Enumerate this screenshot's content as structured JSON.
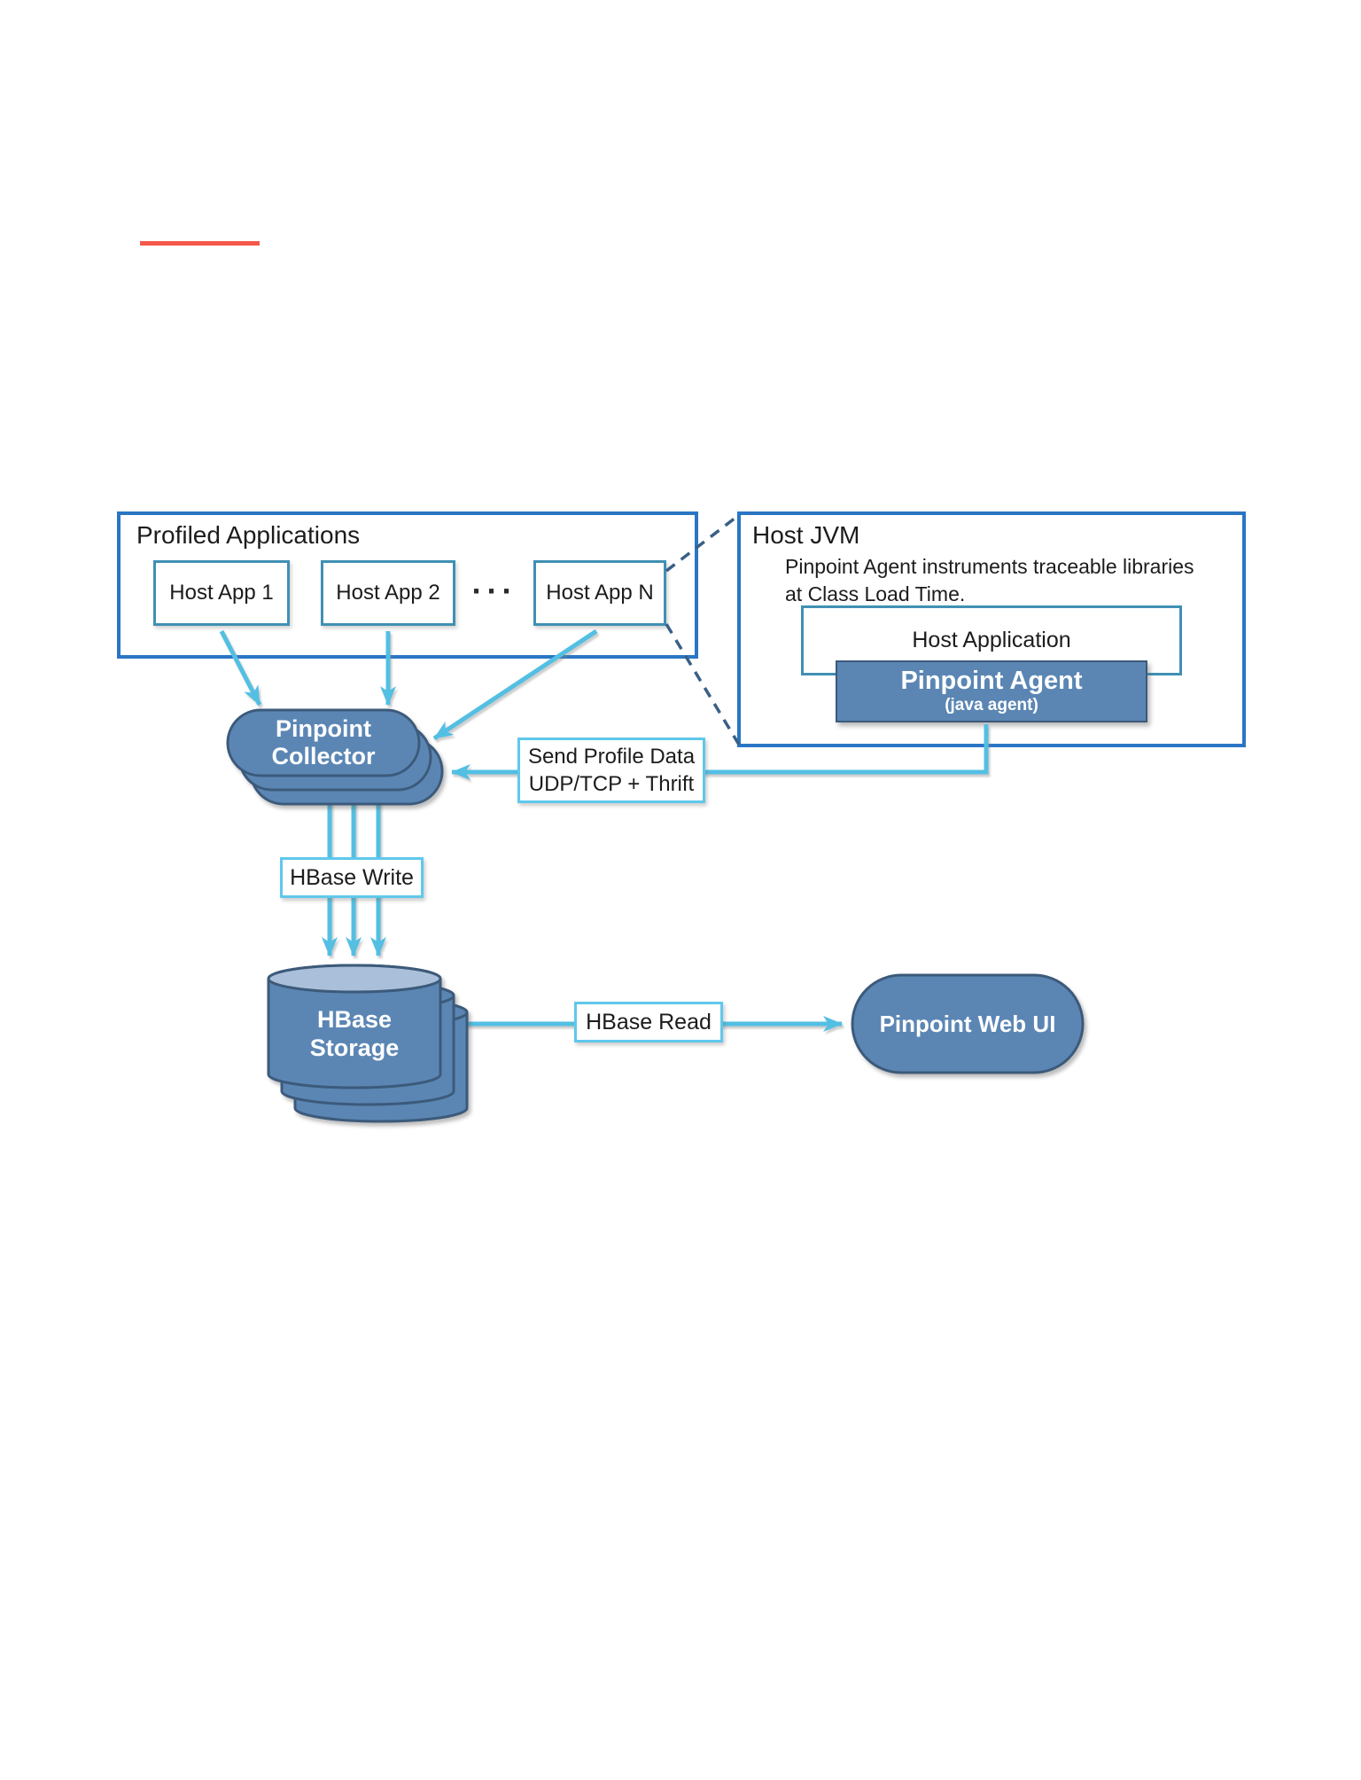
{
  "page": {
    "background": "#ffffff"
  },
  "decorations": {
    "red_rule_color": "#f4584a"
  },
  "diagram": {
    "profiled_applications": {
      "title": "Profiled Applications",
      "apps": [
        "Host App 1",
        "Host App 2",
        "Host App N"
      ],
      "ellipsis": "···"
    },
    "host_jvm": {
      "title": "Host JVM",
      "description": "Pinpoint Agent instruments traceable libraries\nat Class Load Time.",
      "host_application": "Host Application",
      "agent_title": "Pinpoint Agent",
      "agent_subtitle": "(java agent)"
    },
    "collector": {
      "label": "Pinpoint\nCollector"
    },
    "storage": {
      "label": "HBase\nStorage"
    },
    "web_ui": {
      "label": "Pinpoint Web UI"
    },
    "labels": {
      "send_profile": "Send Profile Data\nUDP/TCP + Thrift",
      "hbase_write": "HBase Write",
      "hbase_read": "HBase Read"
    },
    "colors": {
      "group_border_blue": "#2a76c4",
      "inner_border_teal": "#4090b4",
      "arrow_cyan": "#53bfe3",
      "label_box_border_cyan": "#5fc8ec",
      "shape_fill_steel_blue": "#5b86b4",
      "shape_stroke_dark": "#3c5a7a",
      "cylinder_top_light": "#aabfd9",
      "dashed_line_navy": "#3a5f85",
      "text_dark": "#1c1c1c",
      "red_rule": "#f4584a"
    }
  }
}
